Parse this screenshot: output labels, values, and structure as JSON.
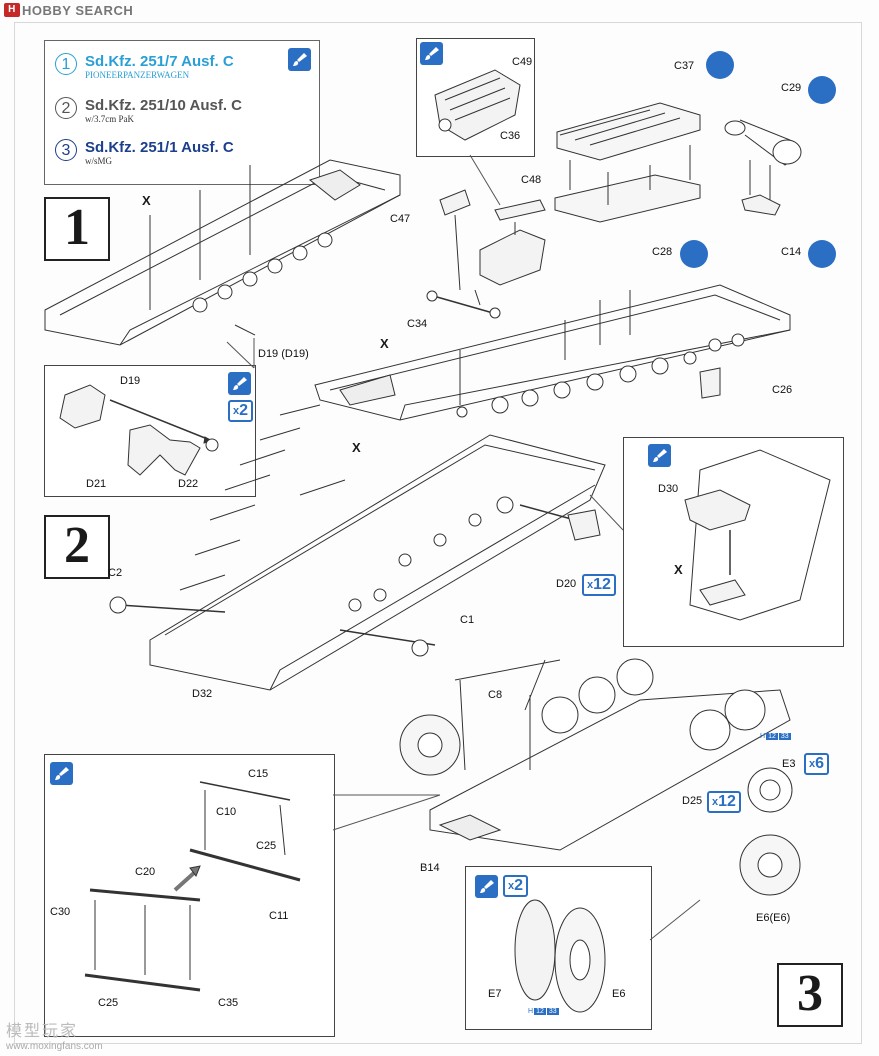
{
  "watermark": {
    "top": "HOBBY SEARCH",
    "bottom_cn": "模型玩家",
    "bottom_url": "www.moxingfans.com"
  },
  "legend": [
    {
      "num": "1",
      "title": "Sd.Kfz. 251/7 Ausf. C",
      "sub": "PIONEERPANZERWAGEN",
      "color": "#2a9fd6"
    },
    {
      "num": "2",
      "title": "Sd.Kfz. 251/10 Ausf. C",
      "sub": "w/3.7cm PaK",
      "color": "#555555"
    },
    {
      "num": "3",
      "title": "Sd.Kfz. 251/1 Ausf. C",
      "sub": "w/sMG",
      "color": "#1c3f8c"
    }
  ],
  "steps": {
    "s1": "1",
    "s2": "2",
    "s3": "3"
  },
  "counts": {
    "x2a": "2",
    "x12a": "12",
    "x6": "6",
    "x12b": "12",
    "x2b": "2"
  },
  "count_prefix": "x",
  "hbadges": {
    "h1_letter": "H",
    "h1_a": "12",
    "h1_b": "33",
    "h2_letter": "H",
    "h2_a": "12",
    "h2_b": "33"
  },
  "labels": {
    "s1_x": "X",
    "d19a": "D19 (D19)",
    "d19": "D19",
    "d21": "D21",
    "d22": "D22",
    "c49": "C49",
    "c36": "C36",
    "c37": "C37",
    "c29": "C29",
    "c48": "C48",
    "c47": "C47",
    "c28": "C28",
    "c14": "C14",
    "c34": "C34",
    "s1_x2": "X",
    "c26": "C26",
    "s2_x": "X",
    "c2": "C2",
    "d20": "D20",
    "c1": "C1",
    "d32": "D32",
    "d30": "D30",
    "s2_x2": "X",
    "c8": "C8",
    "e3": "E3",
    "d25": "D25",
    "b14": "B14",
    "e6": "E6(E6)",
    "c15": "C15",
    "c10": "C10",
    "c25a": "C25",
    "c20": "C20",
    "c30": "C30",
    "c11": "C11",
    "c25b": "C25",
    "c35": "C35",
    "e7": "E7",
    "e6b": "E6"
  },
  "colors": {
    "accent": "#2a6fc4",
    "line": "#333333"
  }
}
